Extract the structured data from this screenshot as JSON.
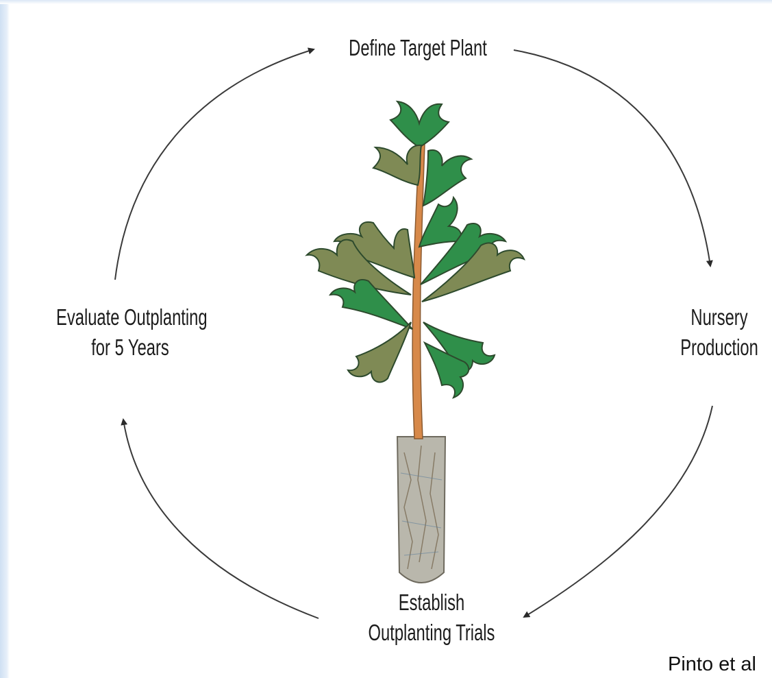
{
  "diagram": {
    "steps": {
      "top": "Define Target Plant",
      "right_line1": "Nursery",
      "right_line2": "Production",
      "bottom_line1": "Establish",
      "bottom_line2": "Outplanting Trials",
      "left_line1": "Evaluate Outplanting",
      "left_line2": "for 5 Years"
    },
    "credit": "Pinto et al"
  },
  "colors": {
    "leaf_dark": "#2f8f4a",
    "leaf_olive": "#7f8a55",
    "stem": "#d7894a",
    "root_plug": "#b9b7ac",
    "arrow": "#2a2a2a"
  },
  "icons": [
    "seedling-illustration",
    "cycle-arrow"
  ]
}
